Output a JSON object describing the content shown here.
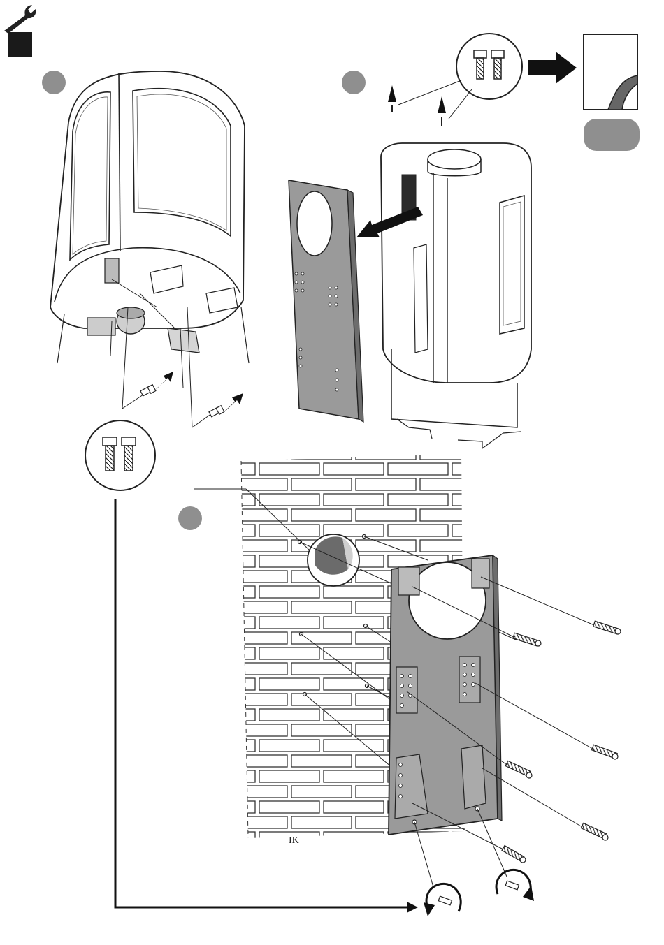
{
  "header": {
    "icon": "wrench-icon",
    "section_marker": "black-square"
  },
  "steps": [
    {
      "number": "",
      "name": "remove-base-screws"
    },
    {
      "number": "",
      "name": "remove-rear-wall-bracket"
    },
    {
      "number": "",
      "name": "mount-bracket-on-wall"
    }
  ],
  "page_reference": {
    "label": "",
    "icon": "page-turn-icon"
  },
  "colors": {
    "line": "#222222",
    "panel": "#9a9a9a",
    "panel_dark": "#6d6d6d",
    "badge": "#8a8a8a",
    "arrow": "#111111"
  },
  "signature": "IK"
}
